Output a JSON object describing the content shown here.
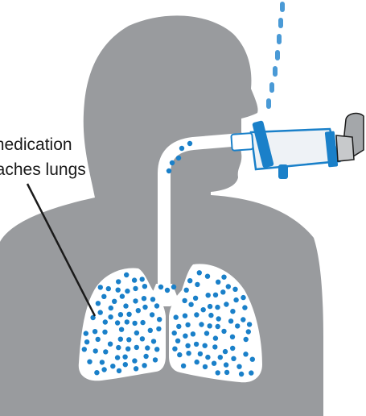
{
  "label": {
    "line1": "medication",
    "line2": "reaches lungs"
  },
  "colors": {
    "body": "#999b9e",
    "airway": "#ffffff",
    "medication": "#1a80c9",
    "spray": "#4a9ad6",
    "outline": "#1a1a1a",
    "inhaler_chamber": "#eef2f6",
    "inhaler_blue": "#1a80c9",
    "canister": "#a4a7aa"
  },
  "icons": [
    "human-silhouette",
    "airway-tube",
    "lungs",
    "spacer-inhaler",
    "medication-dots"
  ]
}
